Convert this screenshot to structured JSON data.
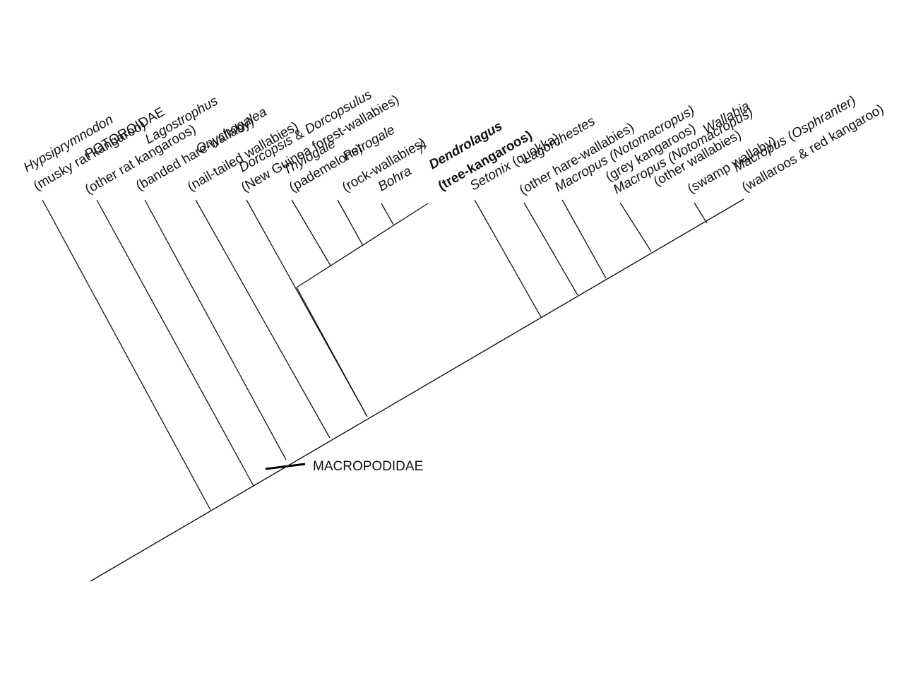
{
  "diagram": {
    "type": "cladogram",
    "node_label": "MACROPODIDAE",
    "taxa": [
      {
        "id": "hypsiprymnodon",
        "parts": [
          {
            "t": "Hypsiprymnodon",
            "i": true
          }
        ],
        "common": "(musky rat kangaroo)"
      },
      {
        "id": "potoroidae",
        "parts": [
          {
            "t": "POTOROIDAE",
            "i": false
          }
        ],
        "common": "(other rat kangaroos)"
      },
      {
        "id": "lagostrophus",
        "parts": [
          {
            "t": "Lagostrophus",
            "i": true
          }
        ],
        "common": "(banded hare-wallaby)"
      },
      {
        "id": "onychogalea",
        "parts": [
          {
            "t": "Onychogalea",
            "i": true
          }
        ],
        "common": "(nail-tailed wallabies)"
      },
      {
        "id": "dorcopsis",
        "parts": [
          {
            "t": "Dorcopsis",
            "i": true
          },
          {
            "t": " & ",
            "i": false
          },
          {
            "t": "Dorcopsulus",
            "i": true
          }
        ],
        "common": "(New Guinea forest-wallabies)"
      },
      {
        "id": "thylogale",
        "parts": [
          {
            "t": "Thylogale",
            "i": true
          }
        ],
        "common": "(pademelons)"
      },
      {
        "id": "petrogale",
        "parts": [
          {
            "t": "Petrogale",
            "i": true
          }
        ],
        "common": "(rock-wallabies)"
      },
      {
        "id": "bohra",
        "parts": [
          {
            "t": "Bohra",
            "i": true
          }
        ],
        "common": "",
        "extinct": true
      },
      {
        "id": "dendrolagus",
        "parts": [
          {
            "t": "Dendrolagus",
            "i": true
          }
        ],
        "common": "(tree-kangaroos)",
        "bold": true
      },
      {
        "id": "setonix",
        "parts": [
          {
            "t": "Setonix",
            "i": true
          },
          {
            "t": " (quokka)",
            "i": false
          }
        ],
        "common": ""
      },
      {
        "id": "lagorchestes",
        "parts": [
          {
            "t": "Lagorchestes",
            "i": true
          }
        ],
        "common": "(other hare-wallabies)"
      },
      {
        "id": "macropus_grey",
        "parts": [
          {
            "t": "Macropus (Notomacropus)",
            "i": true
          }
        ],
        "common": "(grey kangaroos)"
      },
      {
        "id": "macropus_other",
        "parts": [
          {
            "t": "Macropus (Notomacropus)",
            "i": true
          }
        ],
        "common": "(other wallabies)"
      },
      {
        "id": "wallabia",
        "parts": [
          {
            "t": "Wallabia",
            "i": true
          }
        ],
        "common": "(swamp wallaby)"
      },
      {
        "id": "macropus_osph",
        "parts": [
          {
            "t": "Macropus",
            "i": true
          },
          {
            "t": " (",
            "i": false
          },
          {
            "t": "Osphranter)",
            "i": true
          }
        ],
        "common": "(wallaroos & red kangaroo)"
      }
    ]
  }
}
